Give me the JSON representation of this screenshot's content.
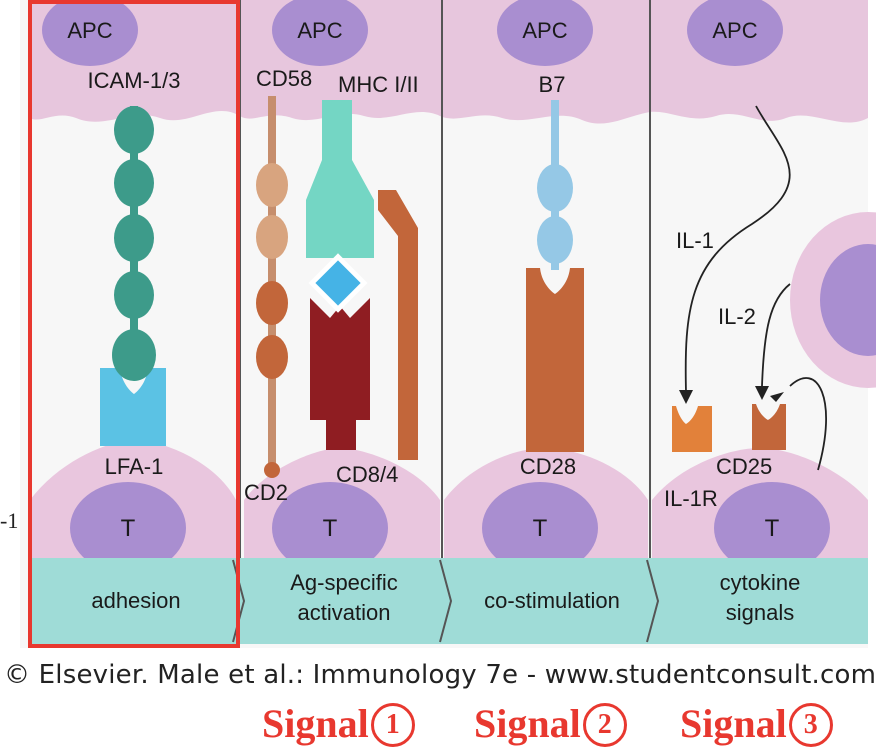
{
  "colors": {
    "apc_membrane": "#e7c6dd",
    "tcell_membrane": "#e9c6de",
    "nucleus": "#a98ed0",
    "bottom_band": "#9fdcd7",
    "highlight_box": "#e8382f",
    "signal_text": "#e8382f"
  },
  "panels": [
    {
      "apc": "APC",
      "tcell": "T",
      "band": [
        "adhesion"
      ],
      "labels": {
        "top": "ICAM-1/3",
        "bottom": "LFA-1"
      }
    },
    {
      "apc": "APC",
      "tcell": "T",
      "band": [
        "Ag-specific",
        "activation"
      ],
      "labels": {
        "top_left": "CD58",
        "top_right": "MHC I/II",
        "bottom_left": "CD2",
        "bottom_right": "CD8/4"
      }
    },
    {
      "apc": "APC",
      "tcell": "T",
      "band": [
        "co-stimulation"
      ],
      "labels": {
        "top": "B7",
        "bottom": "CD28"
      }
    },
    {
      "apc": "APC",
      "tcell": "T",
      "band": [
        "cytokine",
        "signals"
      ],
      "labels": {
        "il1": "IL-1",
        "il2": "IL-2",
        "receptor_left": "IL-1R",
        "receptor_right": "CD25"
      }
    }
  ],
  "left_fragment": "-1",
  "caption": "© Elsevier. Male et al.: Immunology 7e - www.studentconsult.com",
  "signals": [
    {
      "word": "Signal",
      "number": "①",
      "digit": "1"
    },
    {
      "word": "Signal",
      "number": "②",
      "digit": "2"
    },
    {
      "word": "Signal",
      "number": "③",
      "digit": "3"
    }
  ]
}
